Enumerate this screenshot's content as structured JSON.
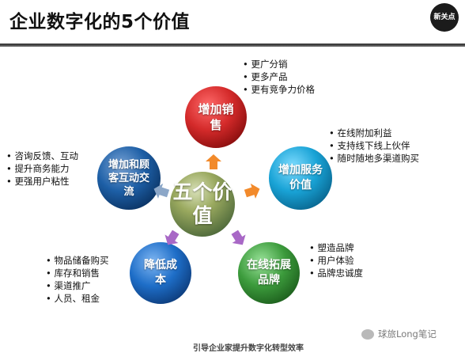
{
  "title": "企业数字化的5个价值",
  "logo": {
    "text": "新关点"
  },
  "center": {
    "label": "五个价值"
  },
  "nodes": [
    {
      "id": "sales",
      "label": "增加销售",
      "color": "#d42a2a",
      "bullets": [
        "更广分销",
        "更多产品",
        "更有竞争力价格"
      ]
    },
    {
      "id": "service",
      "label": "增加服务价值",
      "color": "#19a3d6",
      "bullets": [
        "在线附加利益",
        "支持线下线上伙伴",
        "随时随地多渠道购买"
      ]
    },
    {
      "id": "brand",
      "label": "在线拓展品牌",
      "color": "#3c9b3c",
      "bullets": [
        "塑造品牌",
        "用户体验",
        "品牌忠诚度"
      ]
    },
    {
      "id": "cost",
      "label": "降低成本",
      "color": "#1e6ec8",
      "bullets": [
        "物品储备购买",
        "库存和销售",
        "渠道推广",
        "人员、租金"
      ]
    },
    {
      "id": "interaction",
      "label": "增加和顾客互动交流",
      "color": "#1d5fa6",
      "bullets": [
        "咨询反馈、互动",
        "提升商务能力",
        "更强用户粘性"
      ]
    }
  ],
  "footer": "引导企业家提升数字化转型效率",
  "watermark": "球旅Long笔记"
}
